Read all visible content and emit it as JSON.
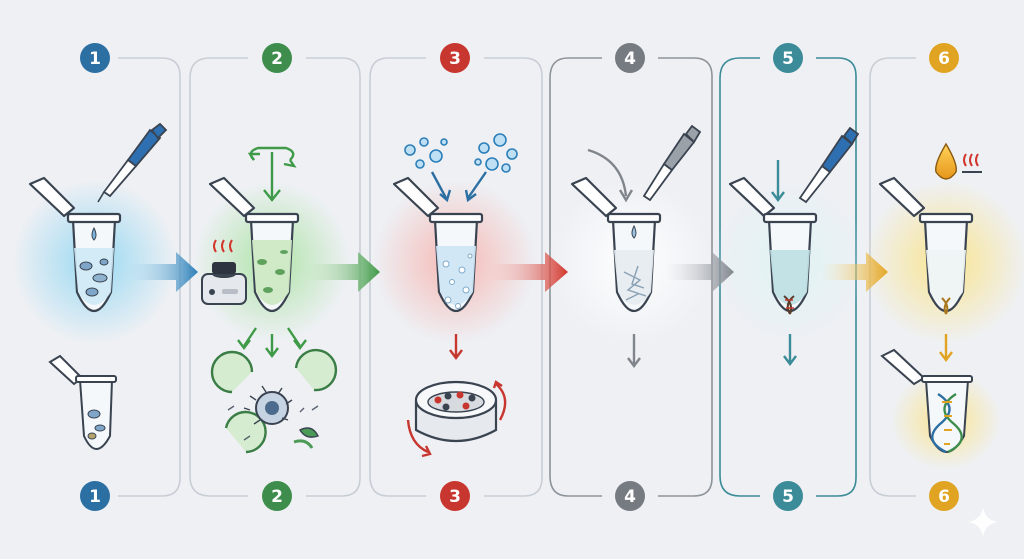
{
  "colors": {
    "background": "#eef0f4",
    "tube_fill": "#f4f8fb",
    "tube_stroke": "#3a4350",
    "panel_border_gray": "#c9ced6"
  },
  "steps": [
    {
      "number": "1",
      "color": "#2c6fa3",
      "glow": "#8fd6f2",
      "liquid": "#cfe9f6",
      "icons": [
        "pipette-icon",
        "droplet-icon",
        "tissue-sample-icon"
      ]
    },
    {
      "number": "2",
      "color": "#3f8d4d",
      "glow": "#a8e3a0",
      "liquid": "#cde8c4",
      "icons": [
        "rotate-icon",
        "heat-block-icon",
        "cell-lysis-icon"
      ]
    },
    {
      "number": "3",
      "color": "#c8372f",
      "glow": "#f7b3ad",
      "liquid": "#d6ecf7",
      "icons": [
        "bubbles-icon",
        "centrifuge-icon"
      ]
    },
    {
      "number": "4",
      "color": "#767b82",
      "glow": "#d8dade",
      "liquid": "#e6ecf0",
      "icons": [
        "pipette-icon",
        "droplet-icon",
        "precipitate-icon"
      ]
    },
    {
      "number": "5",
      "color": "#3b8b98",
      "glow": "#c6e8ea",
      "liquid": "#bfe0e4",
      "icons": [
        "pipette-icon",
        "dna-pellet-icon"
      ]
    },
    {
      "number": "6",
      "color": "#e1a422",
      "glow": "#fbe48a",
      "liquid": "#eef3f3",
      "icons": [
        "oil-drop-icon",
        "heat-icon",
        "dna-helix-icon"
      ]
    }
  ]
}
